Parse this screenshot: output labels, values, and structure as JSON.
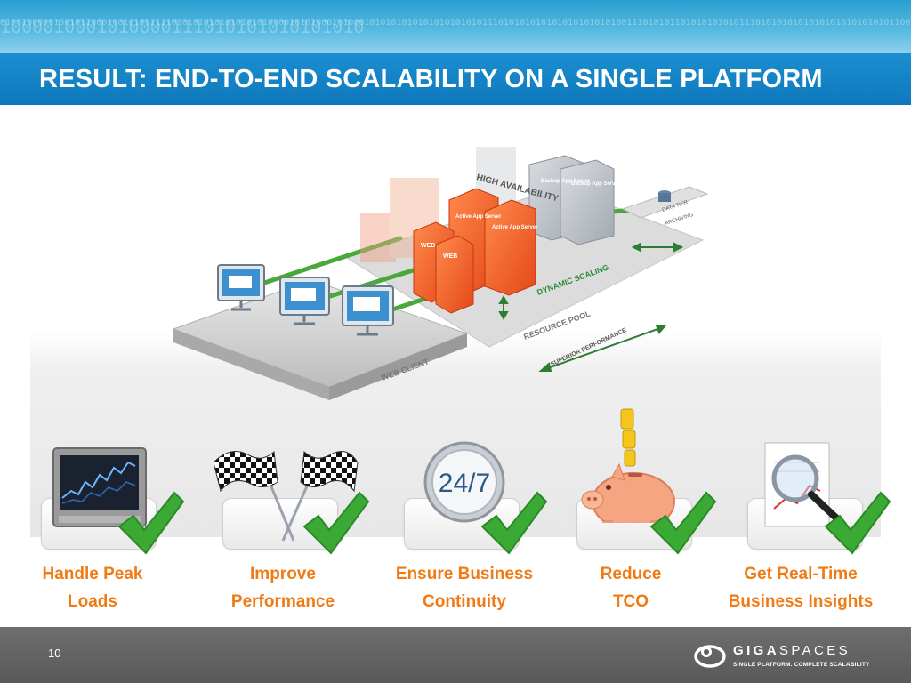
{
  "header": {
    "binary_pattern": "0100100000100101100010010100111101010101010101010100001010100010100010101010101010101010101110101010101010101010101001110101011010101010101110101010101010101010101010110010101101010101010",
    "binary_large": "1000010001010000111010101010101010",
    "title": "RESULT: END-TO-END SCALABILITY ON A SINGLE PLATFORM"
  },
  "diagram": {
    "labels": {
      "high_availability": "HIGH AVAILABILITY",
      "backup_app_server_1": "Backup App Server",
      "backup_app_server_2": "Backup App Server",
      "active_app_server_1": "Active App Server",
      "active_app_server_2": "Active App Server",
      "web_1": "WEB",
      "web_2": "WEB",
      "data_tier": "DATA TIER",
      "archiving": "ARCHIVING",
      "dynamic_scaling": "DYNAMIC SCALING",
      "resource_pool": "RESOURCE POOL",
      "superior_performance": "SUPERIOR PERFORMANCE",
      "web_client": "WEB CLIENT"
    }
  },
  "benefits": [
    {
      "label_line1": "Handle Peak",
      "label_line2": "Loads",
      "icon": "stock-chart-monitor-icon"
    },
    {
      "label_line1": "Improve",
      "label_line2": "Performance",
      "icon": "checkered-flags-icon"
    },
    {
      "label_line1": "Ensure Business",
      "label_line2": "Continuity",
      "icon": "clock-24-7-icon",
      "badge": "24/7"
    },
    {
      "label_line1": "Reduce",
      "label_line2": "TCO",
      "icon": "piggy-bank-icon"
    },
    {
      "label_line1": "Get Real-Time",
      "label_line2": "Business Insights",
      "icon": "magnifier-report-icon"
    }
  ],
  "footer": {
    "page_number": "10",
    "logo_part1": "GIGA",
    "logo_part2": "SPACES",
    "logo_tagline": "SINGLE PLATFORM. COMPLETE SCALABILITY"
  },
  "colors": {
    "title_bar": "#1482c8",
    "label_orange": "#f07a14",
    "check_green": "#3aaa35",
    "server_orange": "#ee5a24",
    "footer_grey": "#636363"
  }
}
